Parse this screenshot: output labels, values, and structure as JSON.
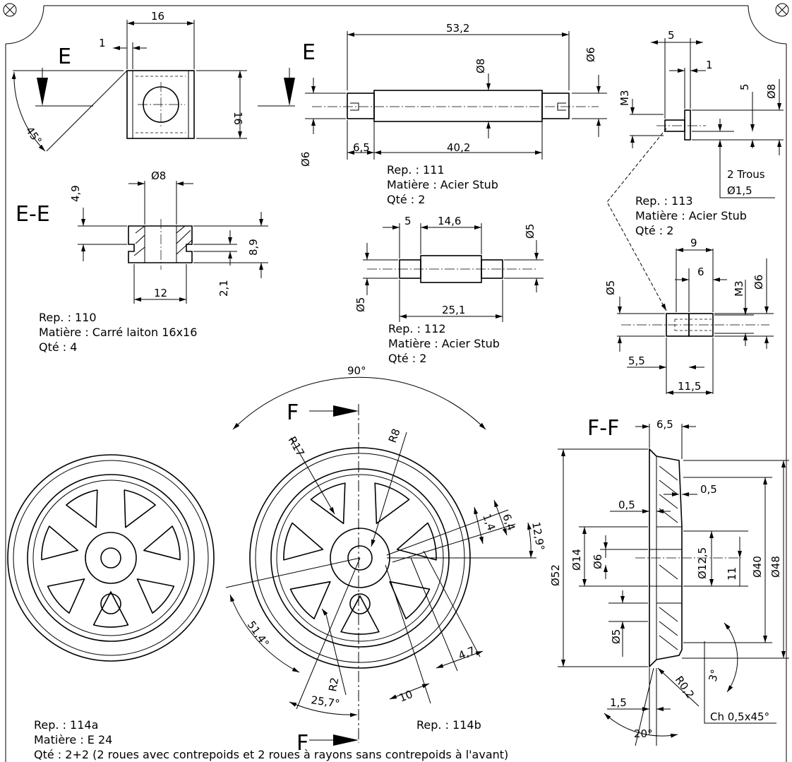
{
  "views": {
    "E_label": "E",
    "EE_label": "E-E",
    "F_label": "F",
    "FF_label": "F-F"
  },
  "parts": {
    "p110": {
      "rep": "Rep. : 110",
      "material": "Matière : Carré laiton 16x16",
      "qty": "Qté : 4"
    },
    "p111": {
      "rep": "Rep. : 111",
      "material": "Matière : Acier Stub",
      "qty": "Qté : 2"
    },
    "p112": {
      "rep": "Rep. : 112",
      "material": "Matière : Acier Stub",
      "qty": "Qté : 2"
    },
    "p113": {
      "rep": "Rep. : 113",
      "material": "Matière : Acier Stub",
      "qty": "Qté : 2"
    },
    "p114a": {
      "rep": "Rep. : 114a",
      "material": "Matière : E 24",
      "qty": "Qté : 2+2 (2 roues avec contrepoids et 2 roues à rayons sans contrepoids à l'avant)"
    },
    "p114b": {
      "rep": "Rep. : 114b"
    }
  },
  "dims": {
    "d16_top": "16",
    "d1_top": "1",
    "d16_side": "16",
    "d45": "45°",
    "d53_2": "53,2",
    "d8_shaft": "Ø8",
    "d6_right": "Ø6",
    "d6_left": "Ø6",
    "d6_5": "6,5",
    "d40_2": "40,2",
    "d5_pin": "5",
    "d1_pin": "1",
    "m3_pin": "M3",
    "d5_pinv": "5",
    "d8_pinv": "Ø8",
    "trous": "2 Trous",
    "d1_5": "Ø1,5",
    "d4_9": "4,9",
    "d8_ee": "Ø8",
    "d8_9": "8,9",
    "d2_1": "2,1",
    "d12": "12",
    "d5_112": "5",
    "d14_6": "14,6",
    "d5_112r": "Ø5",
    "d5_112l": "Ø5",
    "d25_1": "25,1",
    "d9": "9",
    "d6_113": "6",
    "d5_113l": "Ø5",
    "m3_113": "M3",
    "d6_113r": "Ø6",
    "d5_5": "5,5",
    "d11_5": "11,5",
    "d90": "90°",
    "r17": "R17",
    "r8": "R8",
    "d6_4": "6,4",
    "d1_4": "1,4",
    "d12_9": "12,9°",
    "d51_4": "51,4°",
    "r2": "R2",
    "d25_7": "25,7°",
    "d10": "10",
    "d4_7": "4,7",
    "d6_5ff": "6,5",
    "d0_5a": "0,5",
    "d0_5b": "0,5",
    "d52": "Ø52",
    "d14": "Ø14",
    "d6ff": "Ø6",
    "d12_5": "Ø12,5",
    "d11": "11",
    "d40": "Ø40",
    "d48": "Ø48",
    "d5ff": "Ø5",
    "r0_2": "R0,2",
    "d3": "3°",
    "d1_5ff": "1,5",
    "d20": "20°",
    "chamfer": "Ch 0,5x45°"
  }
}
